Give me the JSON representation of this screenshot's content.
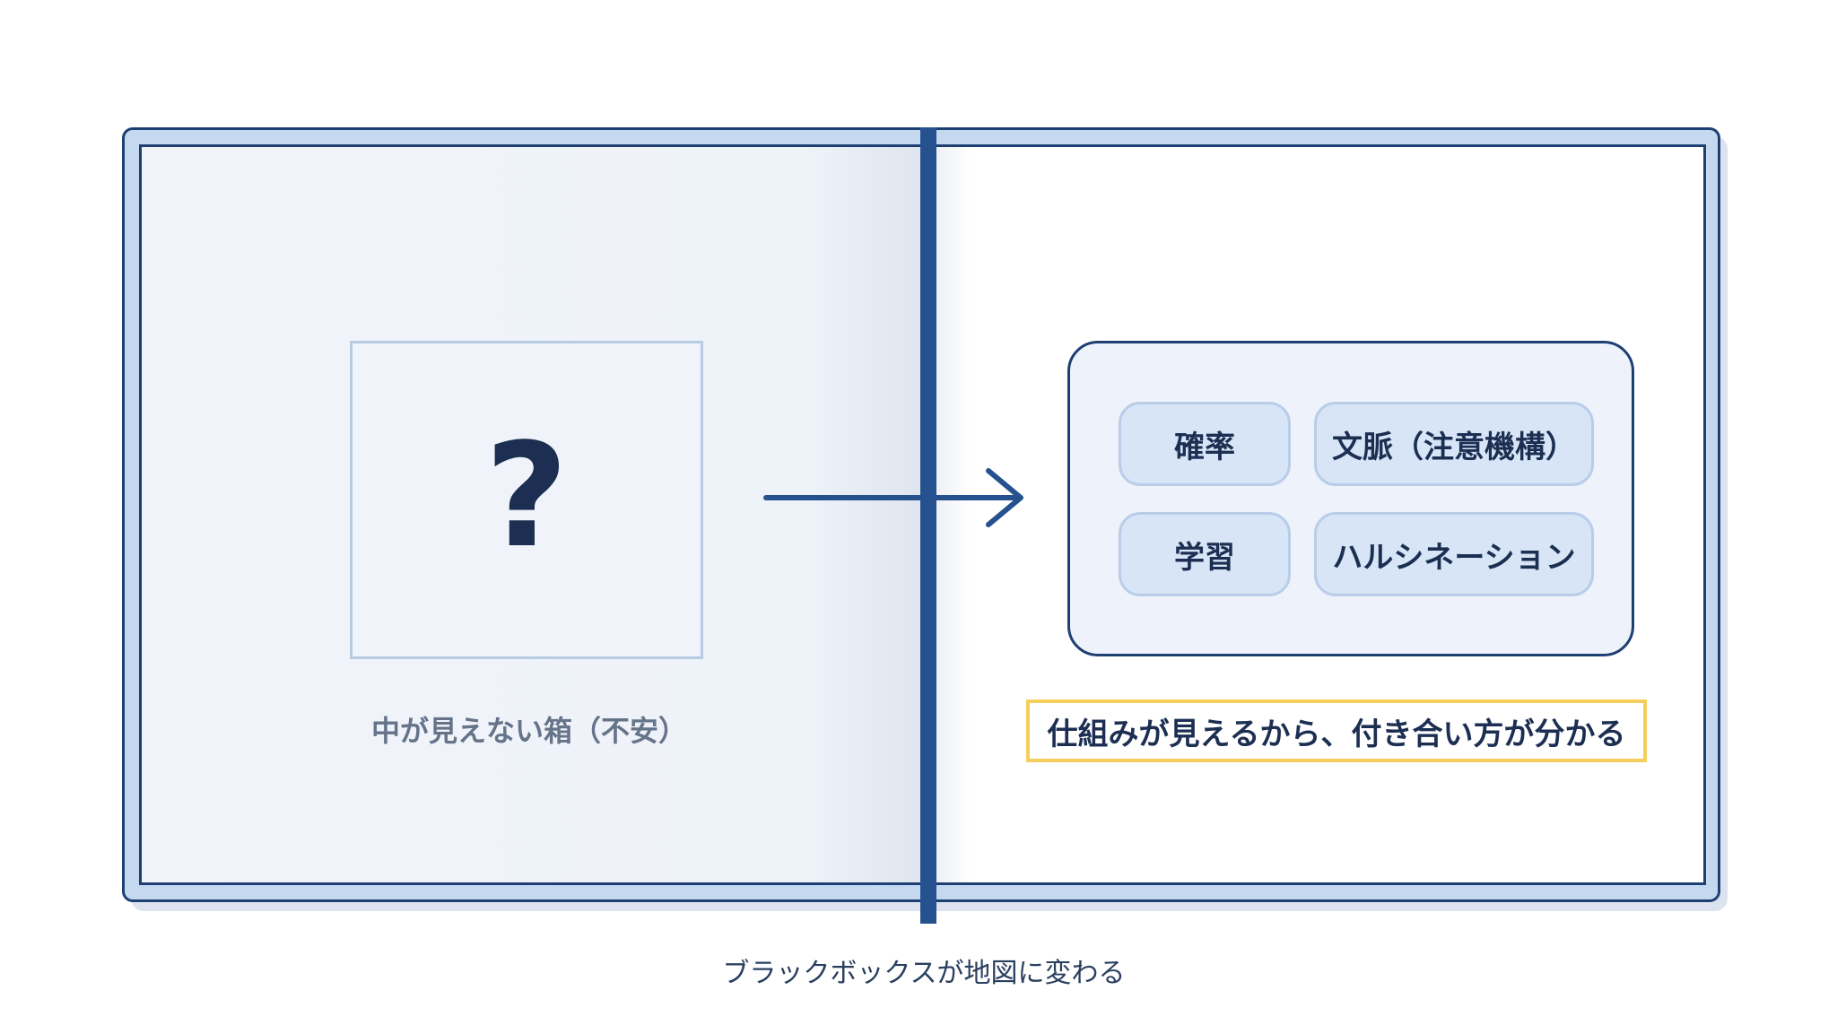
{
  "left_page": {
    "box_symbol": "?",
    "caption": "中が見えない箱（不安）"
  },
  "right_page": {
    "concepts": [
      "確率",
      "文脈（注意機構）",
      "学習",
      "ハルシネーション"
    ],
    "highlight": "仕組みが見えるから、付き合い方が分かる"
  },
  "footer": {
    "caption": "ブラックボックスが地図に変わる"
  },
  "colors": {
    "navy": "#1e3f72",
    "spine_blue": "#26518f",
    "cover_blue": "#c4d8f0",
    "chip_fill": "#d7e5f7",
    "highlight_border": "#f5cf5d",
    "caption_gray": "#66748a"
  }
}
